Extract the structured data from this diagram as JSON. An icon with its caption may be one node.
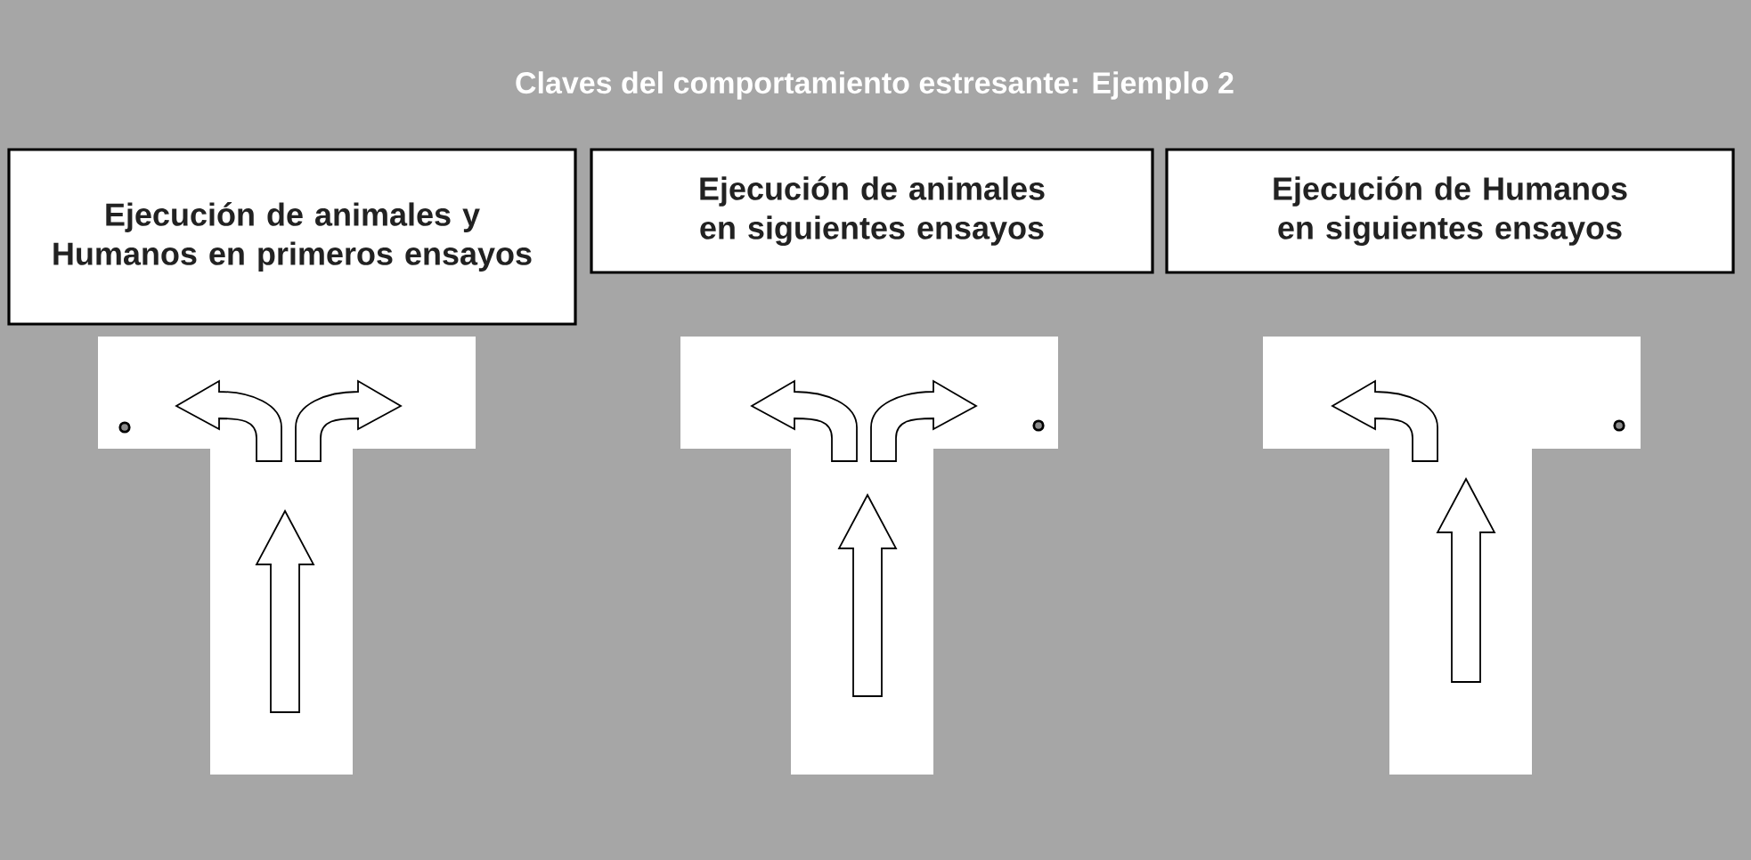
{
  "diagram": {
    "title": "Claves del comportamiento estresante: Ejemplo 2",
    "nodes": [
      {
        "text": [
          "Ejecución de animales y Humanos en primeros ensayos"
        ]
      },
      {
        "text": [
          "Ejecución de animales en siguientes ensayos"
        ]
      },
      {
        "text": [
          "Ejecución de Humanos en siguientes ensayos"
        ]
      }
    ]
  }
}
